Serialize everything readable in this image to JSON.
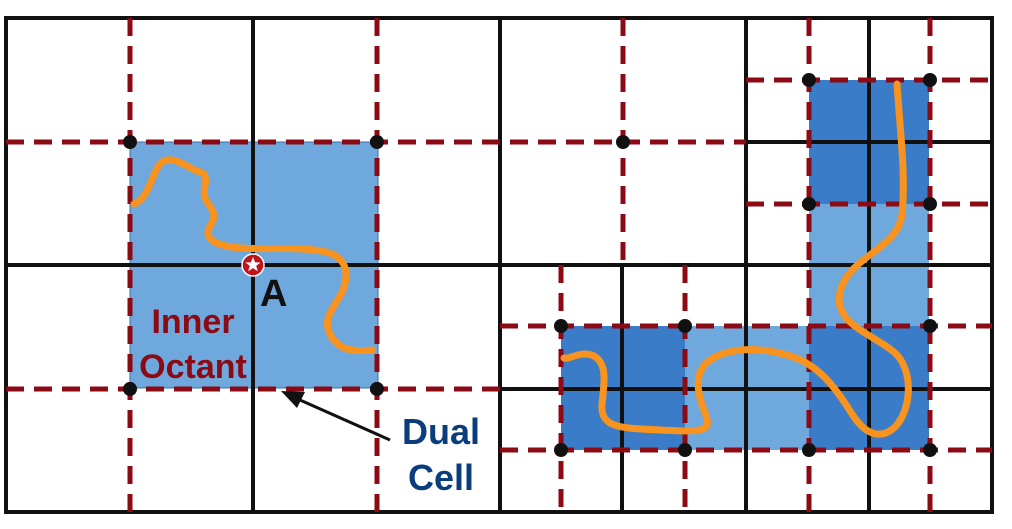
{
  "labels": {
    "point": "A",
    "inner_octant_line1": "Inner",
    "inner_octant_line2": "Octant",
    "dual_cell_line1": "Dual",
    "dual_cell_line2": "Cell"
  },
  "colors": {
    "grid_solid": "#111111",
    "grid_dashed": "#8b0a14",
    "fill_light": "#6fa8dc",
    "fill_dark": "#3a7cc8",
    "curve": "#f7931e",
    "inner_octant_text": "#8b0a14",
    "dual_cell_text": "#0b3d7d",
    "point_marker": "#c0141c",
    "label_a": "#111111"
  }
}
